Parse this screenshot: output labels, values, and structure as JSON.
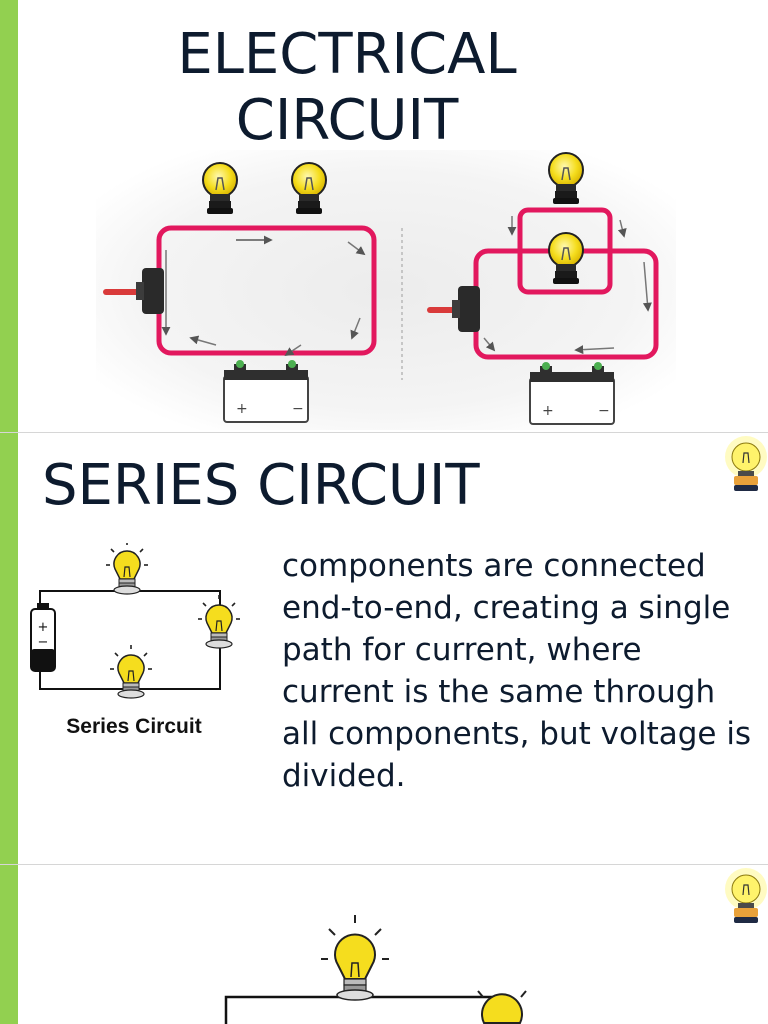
{
  "slides": [
    {
      "title": "ELECTRICAL\nCIRCUIT",
      "figure": {
        "series": {
          "battery_terminals": [
            "+",
            "−"
          ]
        },
        "parallel": {
          "battery_terminals": [
            "+",
            "−"
          ]
        }
      }
    },
    {
      "title": "SERIES CIRCUIT",
      "body": "components are connected end-to-end, creating a single path for current, where current is the same through all components, but voltage is divided.",
      "figure_caption": "Series Circuit",
      "battery_terminals": [
        "+",
        "−"
      ]
    },
    {}
  ],
  "colors": {
    "accent_bar": "#92d050",
    "title_text": "#0d1b2e",
    "wire_pink": "#e2185e",
    "bulb_yellow": "#f5dd1e"
  },
  "icons": [
    "lightbulb-icon",
    "battery-icon",
    "switch-icon",
    "arrow-icon"
  ]
}
